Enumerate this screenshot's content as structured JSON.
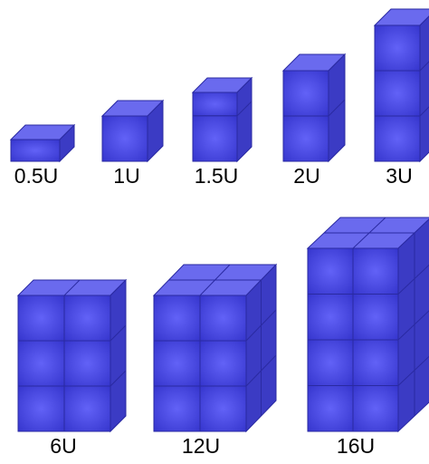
{
  "colors": {
    "front_center": "#5f5ff5",
    "front_edge": "#3838d2",
    "top": "#6a6aee",
    "side": "#3b3bc4",
    "stroke": "#2a2aa2",
    "label": "#000000"
  },
  "cubesats": [
    {
      "label": "0.5U"
    },
    {
      "label": "1U"
    },
    {
      "label": "1.5U"
    },
    {
      "label": "2U"
    },
    {
      "label": "3U"
    },
    {
      "label": "6U"
    },
    {
      "label": "12U"
    },
    {
      "label": "16U"
    }
  ]
}
